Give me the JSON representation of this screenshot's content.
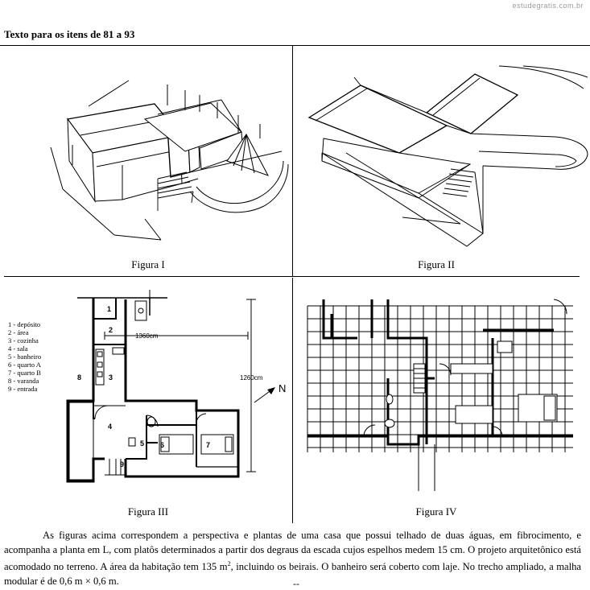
{
  "watermark": "estudegratis.com.br",
  "heading": "Texto para os itens de 81 a 93",
  "figures": {
    "fig1": "Figura I",
    "fig2": "Figura II",
    "fig3": "Figura III",
    "fig4": "Figura IV"
  },
  "plan": {
    "dim_horizontal": "1360cm",
    "dim_vertical": "1260cm",
    "north": "N",
    "legend": [
      "1 - depósito",
      "2 - área",
      "3 - cozinha",
      "4 - sala",
      "5 - banheiro",
      "6 - quarto A",
      "7 - quarto B",
      "8 - varanda",
      "9 - entrada"
    ],
    "room_numbers": [
      "1",
      "2",
      "3",
      "4",
      "5",
      "6",
      "7",
      "8",
      "9"
    ]
  },
  "paragraph_parts": {
    "p1": "As figuras acima correspondem a perspectiva e plantas de uma casa que possui telhado de duas águas, em fibrocimento, e acompanha a planta em L, com platôs determinados a partir dos degraus da escada cujos espelhos medem 15 cm. O projeto arquitetônico está acomodado no terreno. A área da habitação tem 135 m",
    "sup": "2",
    "p2": ", incluindo os beirais. O banheiro será coberto com laje. No trecho ampliado, a malha modular é de 0,6 m × 0,6 m."
  },
  "trailing_mark": "--"
}
